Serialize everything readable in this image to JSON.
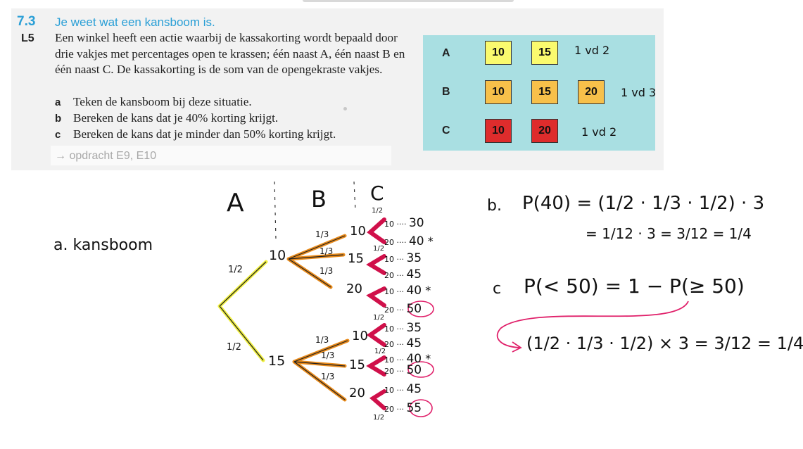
{
  "exercise": {
    "number": "7.3",
    "title": "Je weet wat een kansboom is.",
    "level": "L5",
    "intro": "Een winkel heeft een actie waarbij de kassakorting wordt bepaald door drie vakjes met percentages open te krassen; één naast A, één naast B en één naast C. De kassakorting is de som van de opengekraste vakjes.",
    "questions": [
      {
        "letter": "a",
        "text": "Teken de kansboom bij deze situatie."
      },
      {
        "letter": "b",
        "text": "Bereken de kans dat je 40% korting krijgt."
      },
      {
        "letter": "c",
        "text": "Bereken de kans dat je minder dan 50% korting krijgt."
      }
    ],
    "reference": "→ opdracht E9, E10"
  },
  "scratch_card": {
    "colors": {
      "background": "#a9dfe2",
      "row_a": "#fafa6e",
      "row_b": "#f7c04a",
      "row_c": "#de2c2c"
    },
    "rows": [
      {
        "label": "A",
        "values": [
          "10",
          "15"
        ],
        "note": "1 vd 2"
      },
      {
        "label": "B",
        "values": [
          "10",
          "15",
          "20"
        ],
        "note": "1 vd 3"
      },
      {
        "label": "C",
        "values": [
          "10",
          "20"
        ],
        "note": "1 vd 2"
      }
    ]
  },
  "handwriting": {
    "answer_a": "a.  kansboom",
    "tree_headers": [
      "A",
      "B",
      "C"
    ],
    "tree_nodes": {
      "a_top": "10",
      "a_bottom": "15",
      "b_values": [
        "10",
        "15",
        "20",
        "10",
        "15",
        "20"
      ]
    },
    "probabilities": {
      "half": "1/2",
      "third": "1/3"
    },
    "outcomes": [
      {
        "c": "10",
        "sum": "30",
        "mark": ""
      },
      {
        "c": "20",
        "sum": "40",
        "mark": "*"
      },
      {
        "c": "10",
        "sum": "35",
        "mark": ""
      },
      {
        "c": "20",
        "sum": "45",
        "mark": ""
      },
      {
        "c": "10",
        "sum": "40",
        "mark": "*"
      },
      {
        "c": "20",
        "sum": "50",
        "mark": ""
      },
      {
        "c": "10",
        "sum": "35",
        "mark": ""
      },
      {
        "c": "20",
        "sum": "45",
        "mark": ""
      },
      {
        "c": "10",
        "sum": "40",
        "mark": "*"
      },
      {
        "c": "20",
        "sum": "50",
        "mark": ""
      },
      {
        "c": "10",
        "sum": "45",
        "mark": ""
      },
      {
        "c": "20",
        "sum": "55",
        "mark": ""
      }
    ],
    "answer_b_line1_label": "b.",
    "answer_b_line1": "P(40) = (1/2 · 1/3 · 1/2) · 3",
    "answer_b_line2": "= 1/12 · 3 = 3/12 = 1/4",
    "answer_c_line1_label": "c",
    "answer_c_line1": "P(< 50) = 1 − P(≥ 50)",
    "answer_c_line2": "(1/2 · 1/3 · 1/2) × 3  = 3/12 = 1/4",
    "ink_colors": {
      "highlight_a": "#f0f040",
      "highlight_b": "#e88a1a",
      "highlight_c": "#d0104a",
      "circle": "#e0206a"
    }
  }
}
